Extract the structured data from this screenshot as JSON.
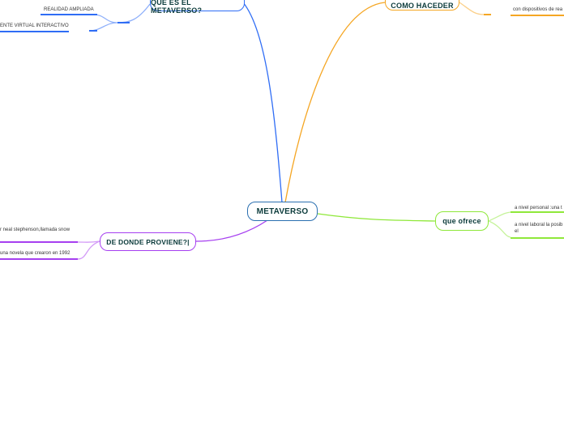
{
  "colors": {
    "blue": "#2f6df5",
    "orange": "#f5a623",
    "green": "#8fe83a",
    "purple": "#a63ff0",
    "central": "#2a6fb0"
  },
  "central": {
    "label": "METAVERSO"
  },
  "branches": {
    "que_es": {
      "label": "QUE ES EL METAVERSO?",
      "children": [
        "REALIDAD AMPLIADA",
        "ENTE VIRTUAL INTERACTIVO"
      ]
    },
    "como": {
      "label": "COMO HACEDER",
      "children": [
        "con dispositivos de rea"
      ]
    },
    "ofrece": {
      "label": "que ofrece",
      "children": [
        "a nivel personal :una t",
        "a nivel laboral la posib en el"
      ]
    },
    "proviene": {
      "label": "DE DONDE PROVIENE?|",
      "children": [
        "r neal stephenson,llamada snow",
        "una novela que crearon en 1992"
      ]
    }
  }
}
